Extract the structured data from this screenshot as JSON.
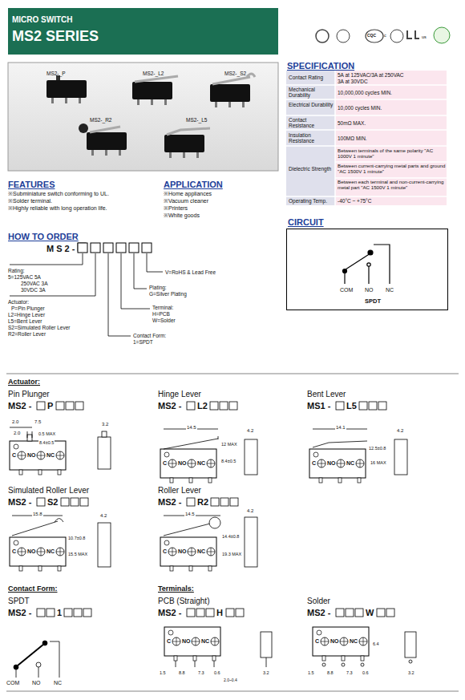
{
  "diagram": {
    "nodes": [
      {
        "text": [
          "MICRO SWITCH",
          "MS2 SERIES"
        ]
      },
      {
        "text": [
          "CIRCUIT",
          "COM",
          "NO",
          "NC",
          "SPDT"
        ]
      }
    ],
    "labels": [
      "c",
      "us",
      "CQC",
      "MS2-_P",
      "MS2-_L2",
      "MS2-_S2",
      "MS2-_R2",
      "MS2-_L5",
      "SPECIFICATION",
      "Contact Rating",
      "5A at 125VAC/3A at 250VAC",
      "3A at 30VDC",
      "Mechanical Durability",
      "10,000,000 cycles MIN.",
      "Electrical Durability",
      "10,000 cycles MIN.",
      "Contact Resistance",
      "50mΩ MAX.",
      "Insulation Resistance",
      "100MΩ MIN.",
      "Dielectric Strength",
      "Between terminals of the same polarity \"AC 1000V 1 minute\"",
      "Between current-carrying metal parts and ground \"AC 1500V 1 minute\"",
      "Between each terminal and non-current-carrying metal part \"AC 1500V 1 minute\"",
      "Operating Temp.",
      "-40°C ~ +75°C",
      "FEATURES",
      "※Subminiature switch conforming to UL.",
      "※Solder terminal.",
      "※Highly reliable with long operation life.",
      "APPLICATION",
      "※Home appliances",
      "※Vacuum cleaner",
      "※Printers",
      "※White goods",
      "HOW TO ORDER",
      "M S 2 -",
      "V=RoHS & Lead Free",
      "Plating:",
      "G=Silver Plating",
      "Terminal:",
      "H=PCB",
      "W=Solder",
      "Contact Form:",
      "1=SPDT",
      "Rating:",
      "5=125VAC 5A",
      "250VAC 3A",
      "30VDC 3A",
      "Actuator:",
      "P=Pin Plunger",
      "L2=Hinge Lever",
      "L5=Bent Lever",
      "S2=Simulated Roller Lever",
      "R2=Roller Lever",
      "Actuator:",
      "Pin Plunger",
      "MS2 -",
      "P",
      "Hinge Lever",
      "MS2 -",
      "L2",
      "Bent Lever",
      "MS1 -",
      "L5",
      "Simulated Roller Lever",
      "MS2 -",
      "S2",
      "Roller Lever",
      "MS2 -",
      "R2",
      "Contact Form:",
      "SPDT",
      "MS2 -",
      "1",
      "Terminals:",
      "PCB (Straight)",
      "MS2 -",
      "H",
      "Solder",
      "MS2 -",
      "W",
      "C",
      "NO",
      "NC",
      "2.0",
      "7.5",
      "2.0",
      "0.5 MAX",
      "8.4±0.5",
      "3.2",
      "C",
      "NO",
      "NC",
      "14.5",
      "4.2",
      "12 MAX",
      "8.4±0.5",
      "C",
      "NO",
      "NC",
      "14.1",
      "4.2",
      "12.5±0.8",
      "16 MAX",
      "C",
      "NO",
      "NC",
      "15.8",
      "4.2",
      "10.7±0.8",
      "15.5 MAX",
      "C",
      "NO",
      "NC",
      "14.5",
      "4.2",
      "14.4±0.8",
      "19.3 MAX",
      "C",
      "NO",
      "NC",
      "1.5",
      "8.8",
      "7.3",
      "0.6",
      "2.0~0.4",
      "3.2",
      "C",
      "NO",
      "NC",
      "1.5",
      "8.8",
      "7.3",
      "0.6",
      "6.4",
      "3.2",
      "COM",
      "NO",
      "NC"
    ]
  }
}
